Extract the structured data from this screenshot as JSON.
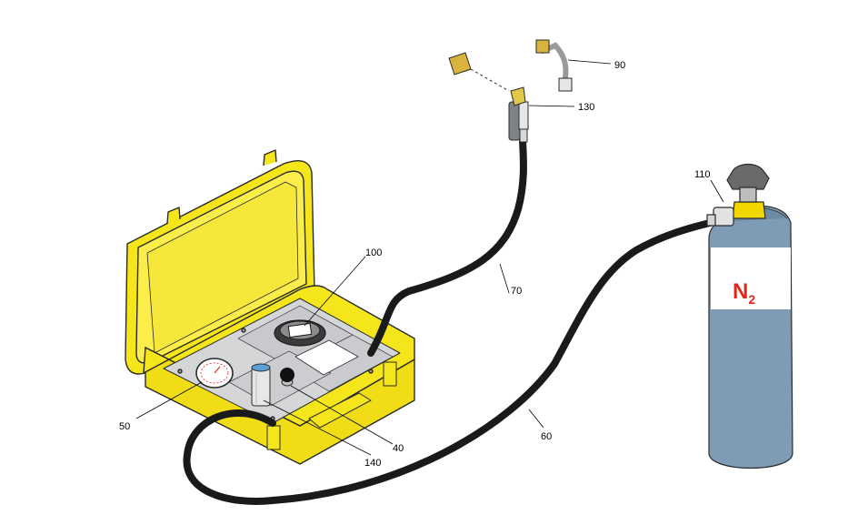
{
  "colors": {
    "case_yellow": "#f5e61c",
    "case_edge": "#2a2a2a",
    "panel_grey": "#d4d6d8",
    "hose_black": "#1a1a1a",
    "cylinder_blue": "#7f9cb7",
    "n2_red": "#e1261c",
    "valve_yellow": "#f2d600"
  },
  "labels": {
    "l50": "50",
    "l100": "100",
    "l140": "140",
    "l40": "40",
    "l70": "70",
    "l60": "60",
    "l90": "90",
    "l130": "130",
    "l110": "110"
  },
  "cylinder": {
    "gas_main": "N",
    "gas_sub": "2"
  }
}
